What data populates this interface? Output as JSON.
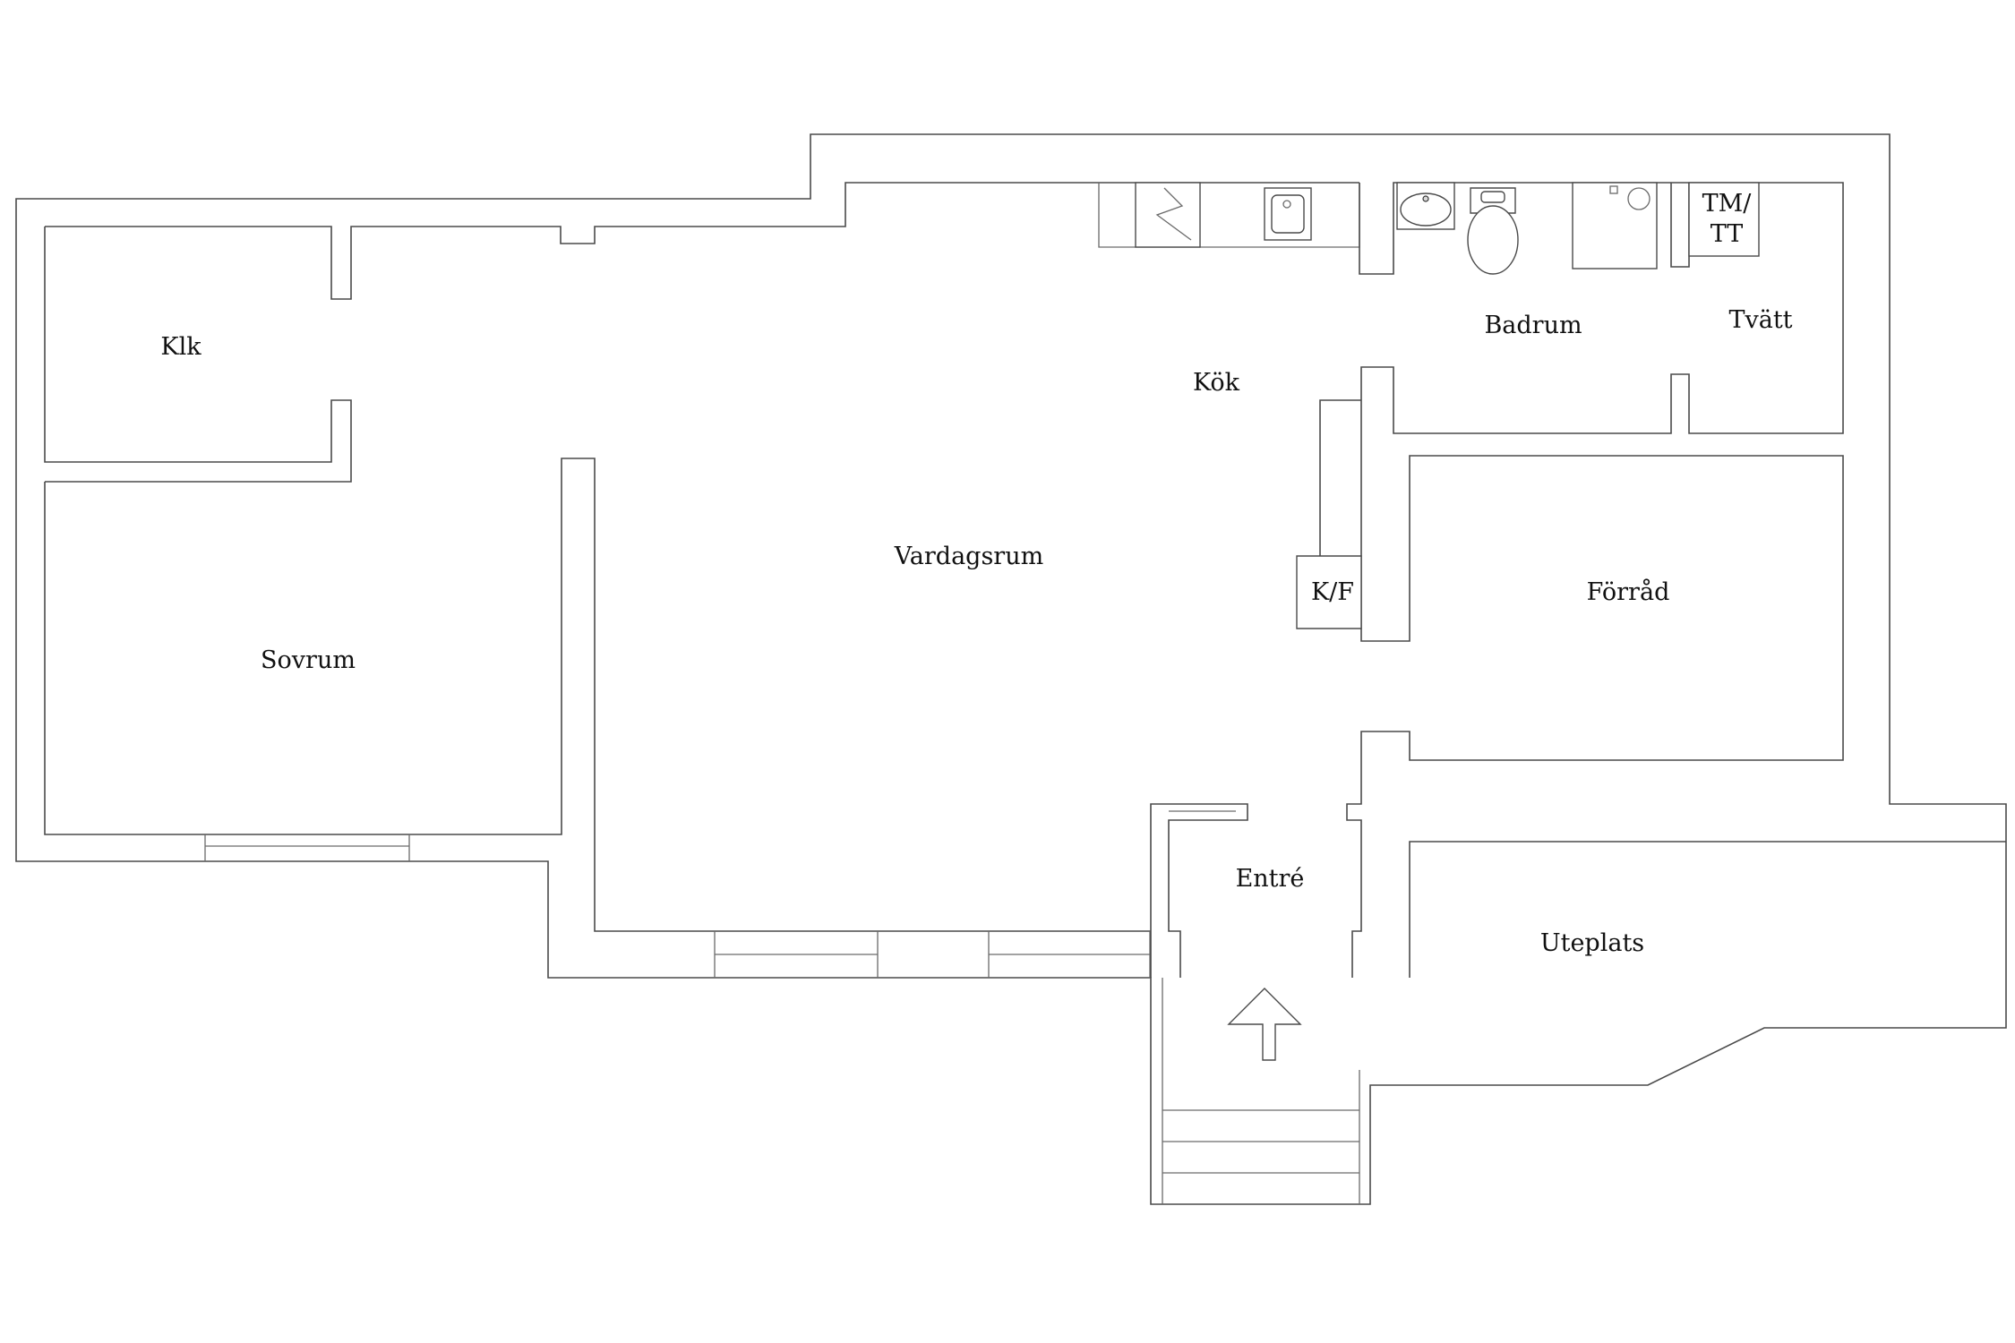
{
  "floor_plan": {
    "rooms": {
      "klk": "Klk",
      "sovrum": "Sovrum",
      "vardagsrum": "Vardagsrum",
      "kok": "Kök",
      "badrum": "Badrum",
      "tvatt": "Tvätt",
      "tm_line1": "TM/",
      "tm_line2": "TT",
      "kf": "K/F",
      "forrad": "Förråd",
      "entre": "Entré",
      "uteplats": "Uteplats"
    },
    "colors": {
      "walls": "#4a4a4a",
      "background": "#ffffff"
    },
    "icons": [
      "stove-icon",
      "sink-icon",
      "washbasin-icon",
      "toilet-icon",
      "shower-icon",
      "entrance-arrow-icon"
    ]
  }
}
